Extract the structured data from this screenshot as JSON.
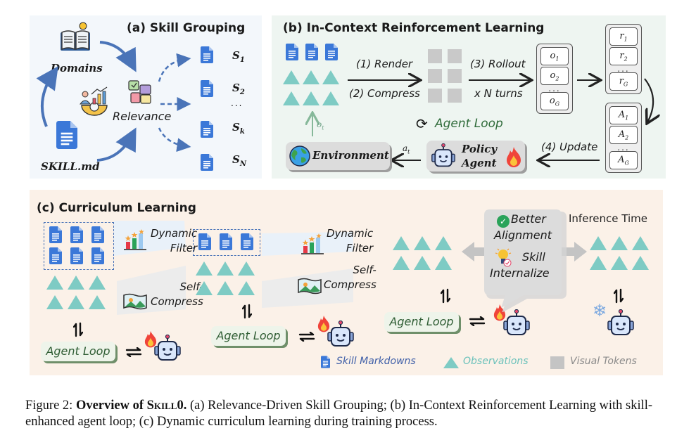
{
  "panel_a": {
    "title": "(a) Skill Grouping",
    "domains_label": "Domains",
    "skill_file_label": "SKILL.md",
    "relevance_label": "Relevance",
    "skills": [
      {
        "base": "S",
        "sub": "1"
      },
      {
        "base": "S",
        "sub": "2"
      },
      {
        "base": "S",
        "sub": "k"
      },
      {
        "base": "S",
        "sub": "N"
      }
    ],
    "ellipsis": "...",
    "icons": [
      "book-lightbulb-icon",
      "analytics-gear-icon",
      "puzzle-icon",
      "document-icon"
    ]
  },
  "panel_b": {
    "title": "(b) In-Context Reinforcement Learning",
    "step1": "(1) Render",
    "step2": "(2) Compress",
    "step3": "(3) Rollout",
    "turns": "x N turns",
    "step4": "(4) Update",
    "agent_loop": "Agent Loop",
    "environment": "Environment",
    "policy_line1": "Policy",
    "policy_line2": "Agent",
    "obs_label": {
      "base": "o",
      "sub": "t"
    },
    "action_label": {
      "base": "a",
      "sub": "t"
    },
    "outputs": [
      {
        "base": "o",
        "sub": "1"
      },
      {
        "base": "o",
        "sub": "2"
      },
      {
        "base": "o",
        "sub": "G"
      }
    ],
    "rewards": [
      {
        "base": "r",
        "sub": "1"
      },
      {
        "base": "r",
        "sub": "2"
      },
      {
        "base": "r",
        "sub": "G"
      }
    ],
    "advantages": [
      {
        "base": "A",
        "sub": "1"
      },
      {
        "base": "A",
        "sub": "2"
      },
      {
        "base": "A",
        "sub": "G"
      }
    ],
    "ellipsis": "..."
  },
  "panel_c": {
    "title": "(c) Curriculum Learning",
    "dynamic_filter_1": "Dynamic",
    "dynamic_filter_2": "Filter",
    "self_compress_1": "Self-",
    "self_compress_2": "Compress",
    "agent_loop": "Agent Loop",
    "better_alignment_1": "Better",
    "better_alignment_2": "Alignment",
    "skill_internalize_1": "Skill",
    "skill_internalize_2": "Internalize",
    "inference_time": "Inference Time"
  },
  "legend": {
    "skill_markdowns": "Skill Markdowns",
    "observations": "Observations",
    "visual_tokens": "Visual Tokens"
  },
  "colors": {
    "doc_blue": "#3b78d8",
    "observation_teal": "#7ecbc4",
    "visual_token_gray": "#c9c9c9",
    "arrow_blue": "#4a74b8",
    "agent_loop_green": "#2f5d34",
    "panel_a_bg": "#f3f7fb",
    "panel_b_bg": "#eef5f1",
    "panel_c_bg": "#fbf1e8"
  },
  "caption": {
    "prefix": "Figure 2: ",
    "bold": "Overview of ",
    "name": "Skill0.",
    "text": " (a) Relevance-Driven Skill Grouping; (b) In-Context Reinforcement Learning with skill-enhanced agent loop; (c) Dynamic curriculum learning during training process."
  }
}
